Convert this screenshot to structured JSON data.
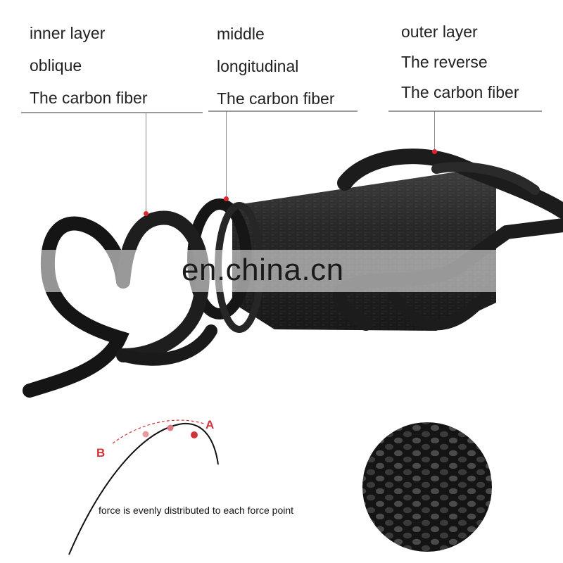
{
  "labels": {
    "inner": {
      "line1": "inner layer",
      "line2": "oblique",
      "line3": "The carbon fiber"
    },
    "middle": {
      "line1": "middle",
      "line2": "longitudinal",
      "line3": "The carbon fiber"
    },
    "outer": {
      "line1": "outer layer",
      "line2": "The reverse",
      "line3": "The carbon fiber"
    }
  },
  "watermark": "en.china.cn",
  "diagram": {
    "point_a": "A",
    "point_b": "B",
    "caption": "force is evenly distributed to each force point"
  },
  "colors": {
    "marker": "#e0262e",
    "point_label": "#d0343b",
    "fiber": "#1b1b1b"
  }
}
